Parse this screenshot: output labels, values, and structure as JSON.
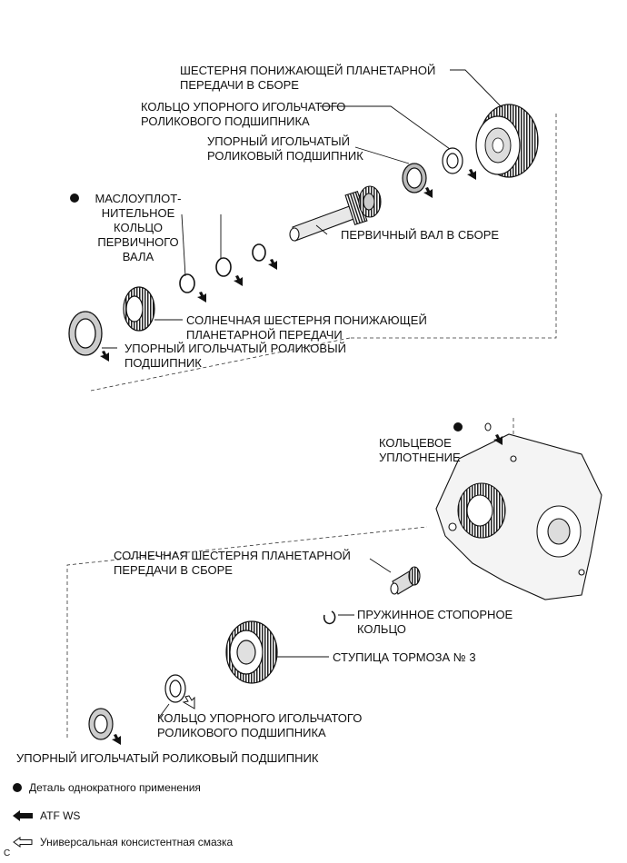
{
  "labels": {
    "reduction_planetary_gear_assy": [
      "ШЕСТЕРНЯ ПОНИЖАЮЩЕЙ ПЛАНЕТАРНОЙ",
      "ПЕРЕДАЧИ В СБОРЕ"
    ],
    "needle_bearing_race_top": [
      "КОЛЬЦО УПОРНОГО ИГОЛЬЧАТОГО",
      "РОЛИКОВОГО ПОДШИПНИКА"
    ],
    "thrust_needle_bearing_top": [
      "УПОРНЫЙ ИГОЛЬЧАТЫЙ",
      "РОЛИКОВЫЙ ПОДШИПНИК"
    ],
    "input_shaft_oil_seal_ring": [
      "МАСЛОУПЛОТ-",
      "НИТЕЛЬНОЕ",
      "КОЛЬЦО",
      "ПЕРВИЧНОГО",
      "ВАЛА"
    ],
    "input_shaft_assy": "ПЕРВИЧНЫЙ ВАЛ В СБОРЕ",
    "reduction_sun_gear": [
      "СОЛНЕЧНАЯ ШЕСТЕРНЯ ПОНИЖАЮЩЕЙ",
      "ПЛАНЕТАРНОЙ ПЕРЕДАЧИ"
    ],
    "thrust_needle_bearing_mid": [
      "УПОРНЫЙ ИГОЛЬЧАТЫЙ РОЛИКОВЫЙ",
      "ПОДШИПНИК"
    ],
    "o_ring": [
      "КОЛЬЦЕВОЕ",
      "УПЛОТНЕНИЕ"
    ],
    "planetary_sun_gear_assy": [
      "СОЛНЕЧНАЯ ШЕСТЕРНЯ ПЛАНЕТАРНОЙ",
      "ПЕРЕДАЧИ В СБОРЕ"
    ],
    "snap_ring": [
      "ПРУЖИННОЕ СТОПОРНОЕ",
      "КОЛЬЦО"
    ],
    "brake_hub_no3": "СТУПИЦА ТОРМОЗА № 3",
    "needle_bearing_race_bottom": [
      "КОЛЬЦО УПОРНОГО ИГОЛЬЧАТОГО",
      "РОЛИКОВОГО ПОДШИПНИКА"
    ],
    "thrust_needle_bearing_bottom": "УПОРНЫЙ ИГОЛЬЧАТЫЙ РОЛИКОВЫЙ ПОДШИПНИК"
  },
  "legend": {
    "non_reusable": "Деталь однократного применения",
    "atf": "ATF WS",
    "grease": "Универсальная консистентная смазка"
  },
  "corner_code": "C"
}
